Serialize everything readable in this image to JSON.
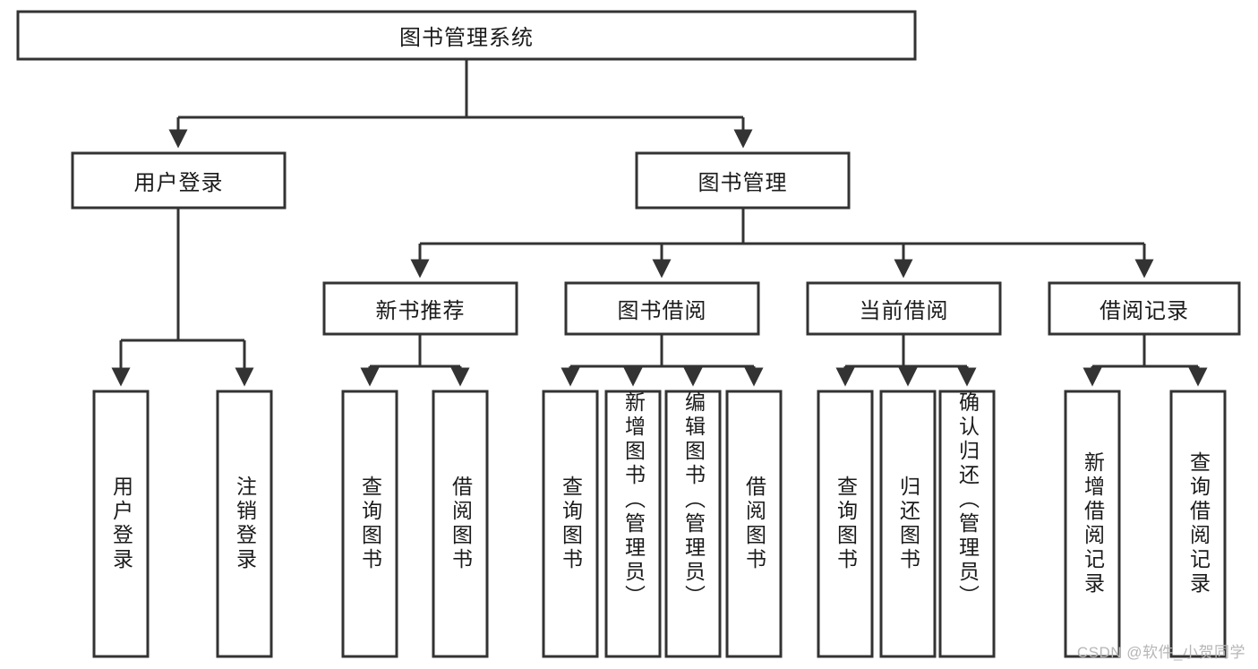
{
  "diagram": {
    "type": "tree-hierarchy",
    "title": "图书管理系统",
    "root": {
      "id": "root",
      "label": "图书管理系统",
      "orientation": "horizontal"
    },
    "level2": [
      {
        "id": "user-login",
        "label": "用户登录",
        "orientation": "horizontal"
      },
      {
        "id": "book-management",
        "label": "图书管理",
        "orientation": "horizontal"
      }
    ],
    "level3": [
      {
        "id": "new-book-recommend",
        "label": "新书推荐",
        "parent": "book-management",
        "orientation": "horizontal"
      },
      {
        "id": "book-borrow",
        "label": "图书借阅",
        "parent": "book-management",
        "orientation": "horizontal"
      },
      {
        "id": "current-borrow",
        "label": "当前借阅",
        "parent": "book-management",
        "orientation": "horizontal"
      },
      {
        "id": "borrow-record",
        "label": "借阅记录",
        "parent": "book-management",
        "orientation": "horizontal"
      }
    ],
    "leaves": [
      {
        "id": "leaf-user-login",
        "label": "用户登录",
        "parent": "user-login",
        "orientation": "vertical"
      },
      {
        "id": "leaf-user-logout",
        "label": "注销登录",
        "parent": "user-login",
        "orientation": "vertical"
      },
      {
        "id": "leaf-query-book-1",
        "label": "查询图书",
        "parent": "new-book-recommend",
        "orientation": "vertical"
      },
      {
        "id": "leaf-borrow-book-1",
        "label": "借阅图书",
        "parent": "new-book-recommend",
        "orientation": "vertical"
      },
      {
        "id": "leaf-query-book-2",
        "label": "查询图书",
        "parent": "book-borrow",
        "orientation": "vertical"
      },
      {
        "id": "leaf-add-book",
        "label": "新增图书（管理员）",
        "parent": "book-borrow",
        "orientation": "vertical"
      },
      {
        "id": "leaf-edit-book",
        "label": "编辑图书（管理员）",
        "parent": "book-borrow",
        "orientation": "vertical"
      },
      {
        "id": "leaf-borrow-book-2",
        "label": "借阅图书",
        "parent": "book-borrow",
        "orientation": "vertical"
      },
      {
        "id": "leaf-query-book-3",
        "label": "查询图书",
        "parent": "current-borrow",
        "orientation": "vertical"
      },
      {
        "id": "leaf-return-book",
        "label": "归还图书",
        "parent": "current-borrow",
        "orientation": "vertical"
      },
      {
        "id": "leaf-confirm-return",
        "label": "确认归还（管理员）",
        "parent": "current-borrow",
        "orientation": "vertical"
      },
      {
        "id": "leaf-add-record",
        "label": "新增借阅记录",
        "parent": "borrow-record",
        "orientation": "vertical"
      },
      {
        "id": "leaf-query-record",
        "label": "查询借阅记录",
        "parent": "borrow-record",
        "orientation": "vertical"
      }
    ],
    "colors": {
      "box_stroke": "#333333",
      "box_fill": "#ffffff",
      "connector": "#333333",
      "text": "#1b1b1b",
      "watermark": "#b6b6b6"
    }
  },
  "watermark": {
    "text": "CSDN @软件_小贺同学"
  }
}
